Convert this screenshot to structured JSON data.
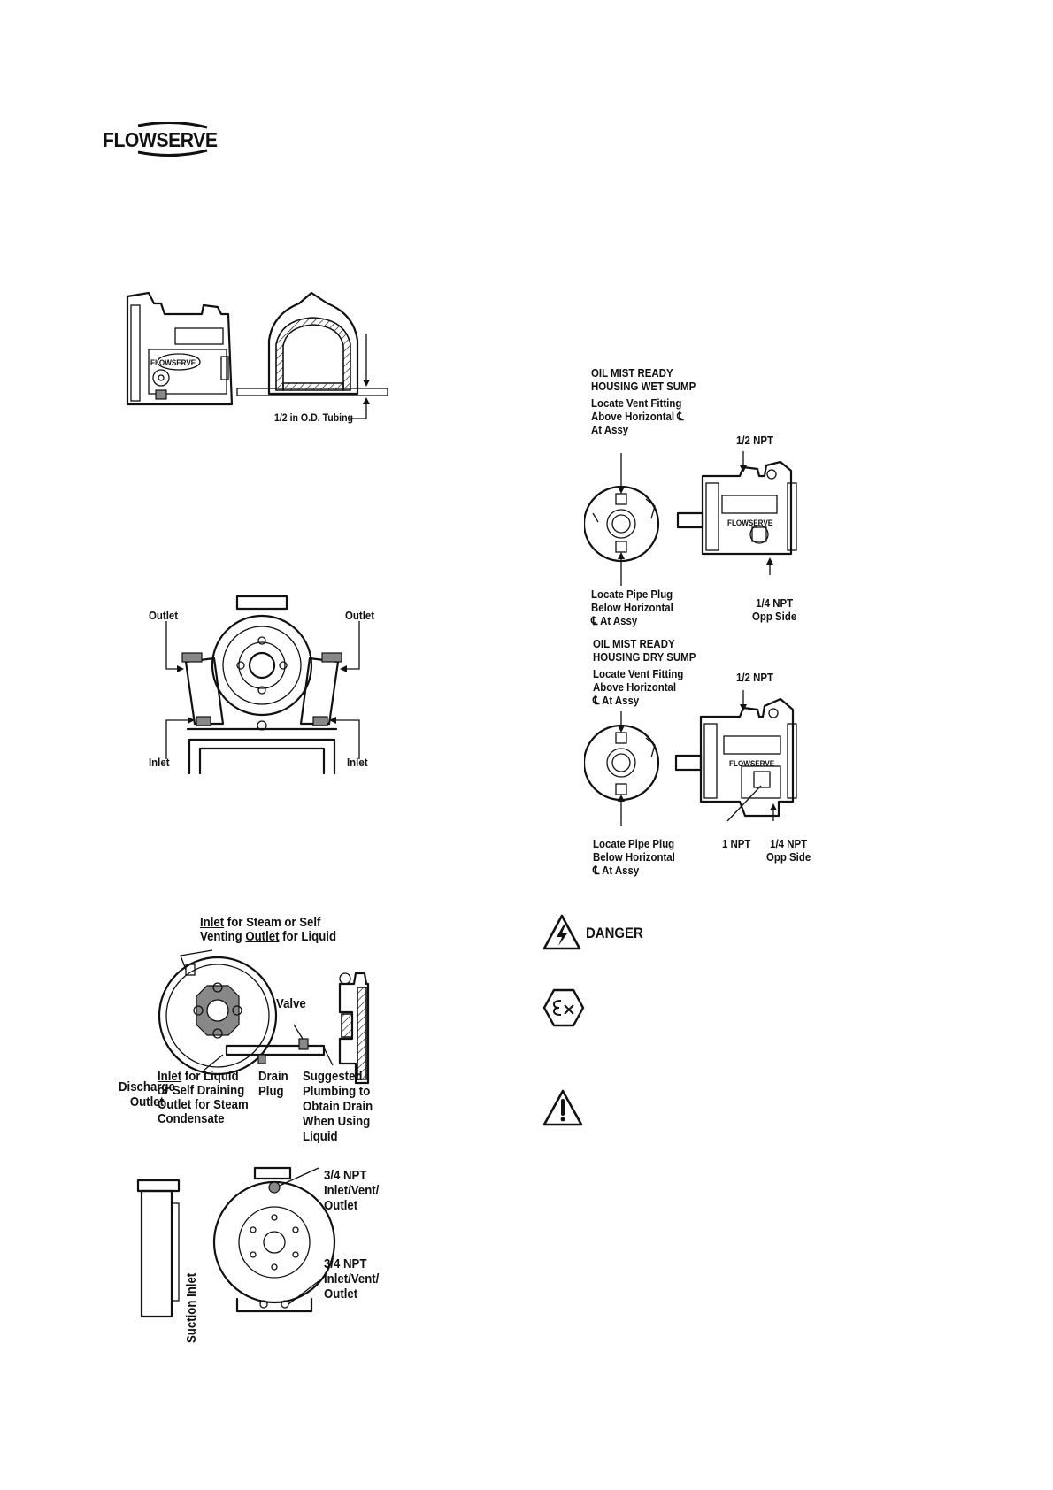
{
  "header": {
    "logo_text": "FLOWSERVE"
  },
  "figure_tubing": {
    "housing_logo": "FLOWSERVE",
    "tubing_label": "1/2 in O.D. Tubing"
  },
  "figure_cooling": {
    "outlet_left": "Outlet",
    "outlet_right": "Outlet",
    "inlet_left": "Inlet",
    "inlet_right": "Inlet"
  },
  "figure_jacket": {
    "inlet_steam_word": "Inlet",
    "inlet_steam_rest": " for Steam or Self",
    "venting_word": "Venting ",
    "venting_outlet": "Outlet",
    "venting_rest": " for Liquid",
    "valve": "Valve",
    "inlet_liquid_word": "Inlet",
    "inlet_liquid_rest": " for Liquid",
    "self_draining_line": "or Self Draining",
    "outlet_steam_word": "Outlet",
    "outlet_steam_rest": " for Steam",
    "condensate": "Condensate",
    "drain_plug": "Drain\nPlug",
    "suggested_plumbing": "Suggested\nPlumbing to\nObtain Drain\nWhen Using\nLiquid"
  },
  "figure_casing": {
    "discharge_outlet": "Discharge\nOutlet",
    "suction_inlet": "Suction Inlet",
    "npt_upper": "3/4 NPT\nInlet/Vent/\nOutlet",
    "npt_lower": "3/4 NPT\nInlet/Vent/\nOutlet"
  },
  "figure_wet_sump": {
    "title": "OIL MIST READY\nHOUSING WET SUMP",
    "vent_fitting": "Locate Vent Fitting\nAbove Horizontal ℄\nAt Assy",
    "npt_half": "1/2 NPT",
    "housing_logo": "FLOWSERVE",
    "pipe_plug": "Locate Pipe Plug\nBelow Horizontal\n℄ At Assy",
    "npt_quarter": "1/4 NPT\nOpp Side"
  },
  "figure_dry_sump": {
    "title": "OIL MIST READY\nHOUSING DRY SUMP",
    "vent_fitting": "Locate Vent Fitting\nAbove Horizontal\n℄ At Assy",
    "npt_half": "1/2 NPT",
    "housing_logo": "FLOWSERVE",
    "pipe_plug": "Locate Pipe Plug\nBelow Horizontal\n℄ At Assy",
    "npt_one": "1 NPT",
    "npt_quarter": "1/4 NPT\nOpp Side"
  },
  "safety_symbols": {
    "danger_label": "DANGER",
    "danger_icon": "electrical-hazard-icon",
    "ex_icon": "explosion-protection-icon",
    "caution_icon": "caution-exclamation-icon"
  }
}
